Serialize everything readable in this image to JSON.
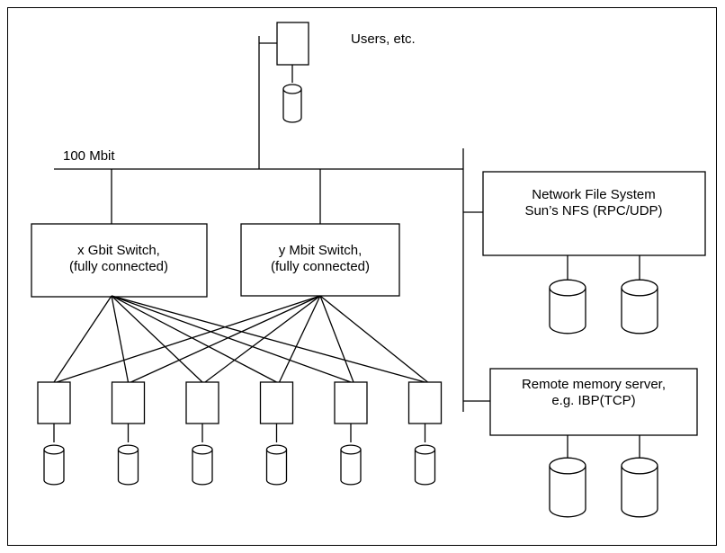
{
  "diagram": {
    "users_label": "Users, etc.",
    "bus_label": "100 Mbit",
    "x_switch": {
      "line1": "x Gbit Switch,",
      "line2": "(fully connected)"
    },
    "y_switch": {
      "line1": "y Mbit Switch,",
      "line2": "(fully connected)"
    },
    "nfs": {
      "line1": "Network File System",
      "line2": "Sun’s NFS (RPC/UDP)"
    },
    "remote_memory": {
      "line1": "Remote memory server,",
      "line2": "e.g. IBP(TCP)"
    },
    "node_count": 6,
    "nfs_disk_count": 2,
    "remote_memory_disk_count": 2
  }
}
